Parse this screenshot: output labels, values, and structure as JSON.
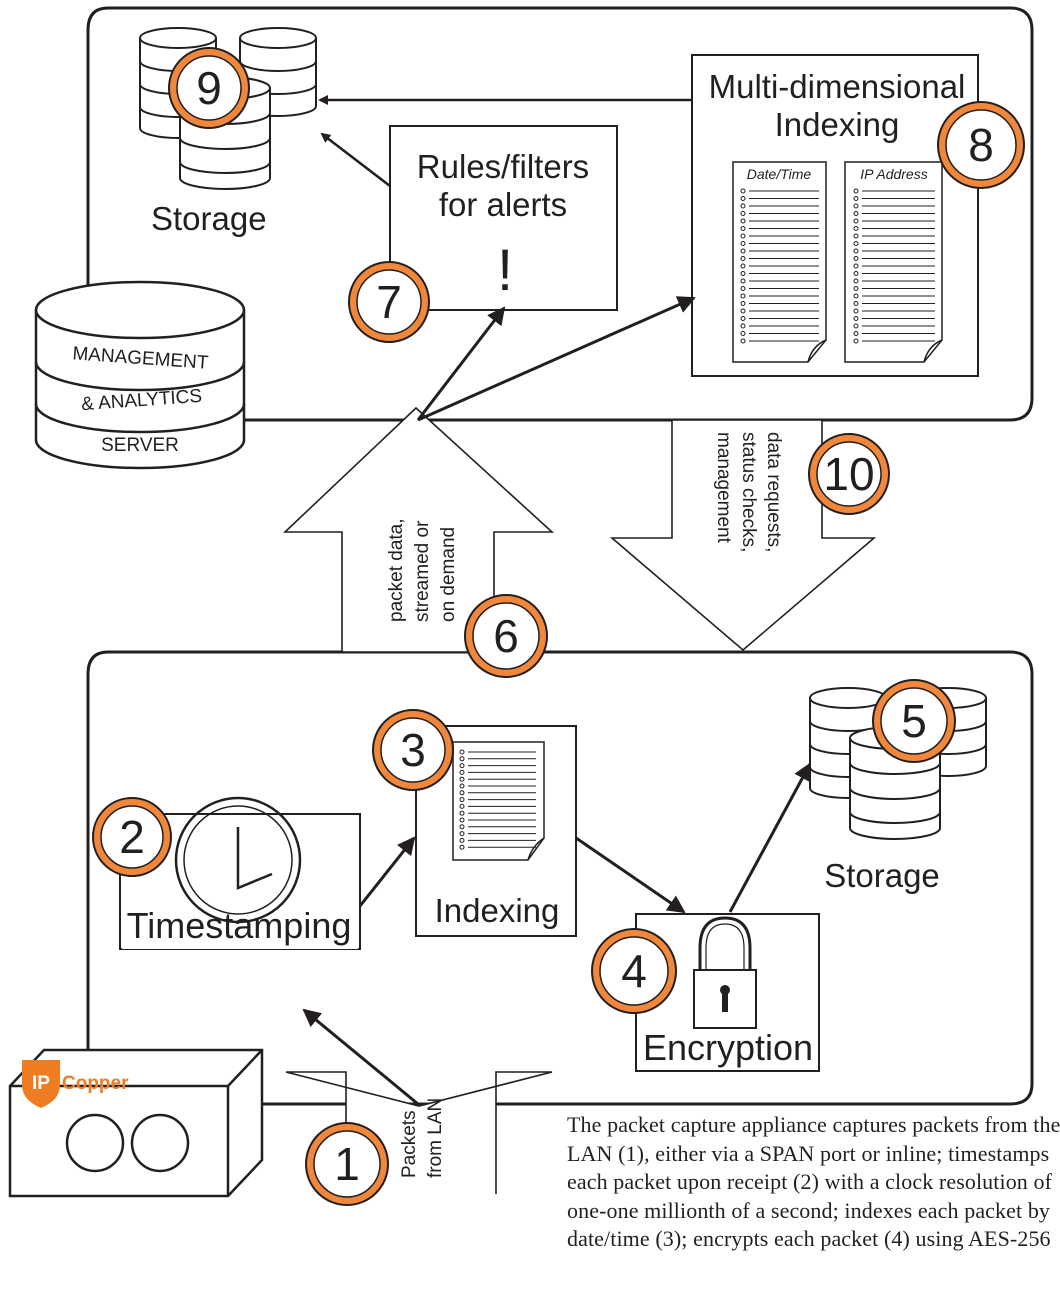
{
  "colors": {
    "badge_orange": "#f0873a",
    "logo_orange": "#f07c21",
    "ink": "#231f20"
  },
  "labels": {
    "storage_top": "Storage",
    "rules_line1": "Rules/filters",
    "rules_line2": "for alerts",
    "rules_bang": "!",
    "md_line1": "Multi-dimensional",
    "md_line2": "Indexing",
    "doc_date": "Date/Time",
    "doc_ip": "IP Address",
    "server_1": "MANAGEMENT",
    "server_2": "& ANALYTICS",
    "server_3": "SERVER",
    "up_arrow_1": "packet data,",
    "up_arrow_2": "streamed or",
    "up_arrow_3": "on demand",
    "down_arrow_1": "data requests,",
    "down_arrow_2": "status checks,",
    "down_arrow_3": "management",
    "timestamping": "Timestamping",
    "indexing": "Indexing",
    "encryption": "Encryption",
    "storage_bottom": "Storage",
    "lan_1": "Packets",
    "lan_2": "from LAN",
    "logo_ip": "IP",
    "logo_copper": "Copper"
  },
  "badges": [
    "1",
    "2",
    "3",
    "4",
    "5",
    "6",
    "7",
    "8",
    "9",
    "10"
  ],
  "caption_lines": [
    "The packet capture appliance captures packets from the",
    "LAN (1), either via a SPAN port or inline; timestamps",
    "each packet upon receipt (2) with a clock resolution of",
    "one-one millionth of a second; indexes each packet by",
    "date/time (3); encrypts each packet (4) using AES-256"
  ]
}
